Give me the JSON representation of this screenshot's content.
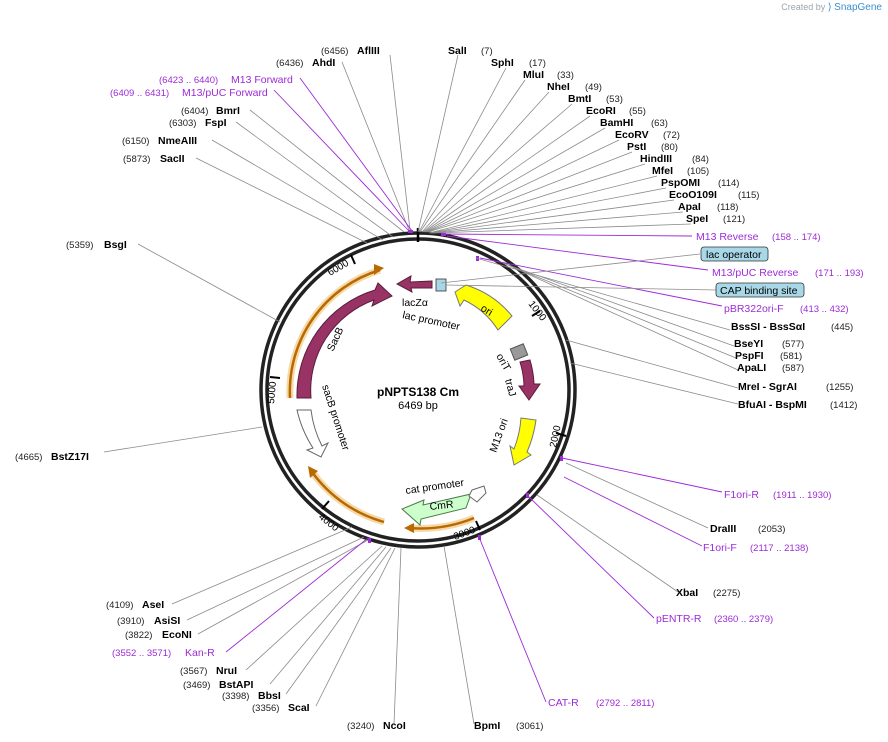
{
  "brand": {
    "prefix": "Created by",
    "name": "SnapGene"
  },
  "plasmid": {
    "name": "pNPTS138 Cm",
    "length_label": "6469 bp"
  },
  "ticks": [
    "1000",
    "2000",
    "3000",
    "4000",
    "5000",
    "6000"
  ],
  "features": [
    {
      "name": "ori",
      "color": "#ffff00"
    },
    {
      "name": "oriT",
      "color": "#999999"
    },
    {
      "name": "traJ",
      "color": "#993366"
    },
    {
      "name": "M13 ori",
      "color": "#ffff00"
    },
    {
      "name": "cat promoter",
      "color": "#ffffff"
    },
    {
      "name": "CmR",
      "color": "#ccffcc"
    },
    {
      "name": "sacB promoter",
      "color": "#ffffff"
    },
    {
      "name": "SacB",
      "color": "#993366"
    },
    {
      "name": "lacZα",
      "color": "#993366"
    },
    {
      "name": "lac promoter",
      "color": "#ffffff"
    }
  ],
  "boxed_features": [
    {
      "name": "lac operator",
      "color": "#a8d8e8"
    },
    {
      "name": "CAP binding site",
      "color": "#a8d8e8"
    }
  ],
  "left_labels": [
    {
      "pos": "(6456)",
      "name": "AflIII"
    },
    {
      "pos": "(6436)",
      "name": "AhdI"
    },
    {
      "pos": "(6404)",
      "name": "BmrI"
    },
    {
      "pos": "(6303)",
      "name": "FspI"
    },
    {
      "pos": "(6150)",
      "name": "NmeAIII"
    },
    {
      "pos": "(5873)",
      "name": "SacII"
    },
    {
      "pos": "(5359)",
      "name": "BsgI"
    },
    {
      "pos": "(4665)",
      "name": "BstZ17I"
    },
    {
      "pos": "(4109)",
      "name": "AseI"
    },
    {
      "pos": "(3910)",
      "name": "AsiSI"
    },
    {
      "pos": "(3822)",
      "name": "EcoNI"
    },
    {
      "pos": "(3567)",
      "name": "NruI"
    },
    {
      "pos": "(3469)",
      "name": "BstAPI"
    },
    {
      "pos": "(3398)",
      "name": "BbsI"
    },
    {
      "pos": "(3356)",
      "name": "ScaI"
    },
    {
      "pos": "(3240)",
      "name": "NcoI"
    }
  ],
  "left_primers": [
    {
      "pos": "(6423 .. 6440)",
      "name": "M13 Forward"
    },
    {
      "pos": "(6409 .. 6431)",
      "name": "M13/pUC Forward"
    },
    {
      "pos": "(3552 .. 3571)",
      "name": "Kan-R"
    }
  ],
  "right_labels": [
    {
      "name": "SalI",
      "pos": "(7)"
    },
    {
      "name": "SphI",
      "pos": "(17)"
    },
    {
      "name": "MluI",
      "pos": "(33)"
    },
    {
      "name": "NheI",
      "pos": "(49)"
    },
    {
      "name": "BmtI",
      "pos": "(53)"
    },
    {
      "name": "EcoRI",
      "pos": "(55)"
    },
    {
      "name": "BamHI",
      "pos": "(63)"
    },
    {
      "name": "EcoRV",
      "pos": "(72)"
    },
    {
      "name": "PstI",
      "pos": "(80)"
    },
    {
      "name": "HindIII",
      "pos": "(84)"
    },
    {
      "name": "MfeI",
      "pos": "(105)"
    },
    {
      "name": "PspOMI",
      "pos": "(114)"
    },
    {
      "name": "EcoO109I",
      "pos": "(115)"
    },
    {
      "name": "ApaI",
      "pos": "(118)"
    },
    {
      "name": "SpeI",
      "pos": "(121)"
    },
    {
      "name": "BssSI - BssSαI",
      "pos": "(445)"
    },
    {
      "name": "BseYI",
      "pos": "(577)"
    },
    {
      "name": "PspFI",
      "pos": "(581)"
    },
    {
      "name": "ApaLI",
      "pos": "(587)"
    },
    {
      "name": "MreI - SgrAI",
      "pos": "(1255)"
    },
    {
      "name": "BfuAI - BspMI",
      "pos": "(1412)"
    },
    {
      "name": "DraIII",
      "pos": "(2053)"
    },
    {
      "name": "XbaI",
      "pos": "(2275)"
    },
    {
      "name": "BpmI",
      "pos": "(3061)"
    }
  ],
  "right_primers": [
    {
      "name": "M13 Reverse",
      "pos": "(158 .. 174)"
    },
    {
      "name": "M13/pUC Reverse",
      "pos": "(171 .. 193)"
    },
    {
      "name": "pBR322ori-F",
      "pos": "(413 .. 432)"
    },
    {
      "name": "F1ori-R",
      "pos": "(1911 .. 1930)"
    },
    {
      "name": "F1ori-F",
      "pos": "(2117 .. 2138)"
    },
    {
      "name": "pENTR-R",
      "pos": "(2360 .. 2379)"
    },
    {
      "name": "CAT-R",
      "pos": "(2792 .. 2811)"
    }
  ]
}
